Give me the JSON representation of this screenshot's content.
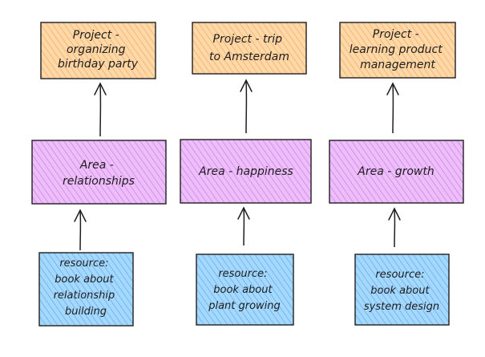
{
  "colors": {
    "project_fill": "#ffd8a8",
    "project_hatch": "#f5a35c",
    "area_fill": "#eebefa",
    "area_hatch": "#c977e6",
    "resource_fill": "#a5d8ff",
    "resource_hatch": "#5aa7e6",
    "stroke": "#1e1e1e"
  },
  "diagram": {
    "columns": [
      {
        "project": {
          "lines": [
            "Project -",
            "organizing",
            "birthday party"
          ]
        },
        "area": {
          "lines": [
            "Area -",
            "relationships"
          ]
        },
        "resource": {
          "lines": [
            "resource:",
            "book about",
            "relationship",
            "building"
          ]
        }
      },
      {
        "project": {
          "lines": [
            "Project - trip",
            "to Amsterdam"
          ]
        },
        "area": {
          "lines": [
            "Area - happiness"
          ]
        },
        "resource": {
          "lines": [
            "resource:",
            "book about",
            "plant growing"
          ]
        }
      },
      {
        "project": {
          "lines": [
            "Project -",
            "learning product",
            "management"
          ]
        },
        "area": {
          "lines": [
            "Area - growth"
          ]
        },
        "resource": {
          "lines": [
            "resource:",
            "book about",
            "system design"
          ]
        }
      }
    ]
  }
}
